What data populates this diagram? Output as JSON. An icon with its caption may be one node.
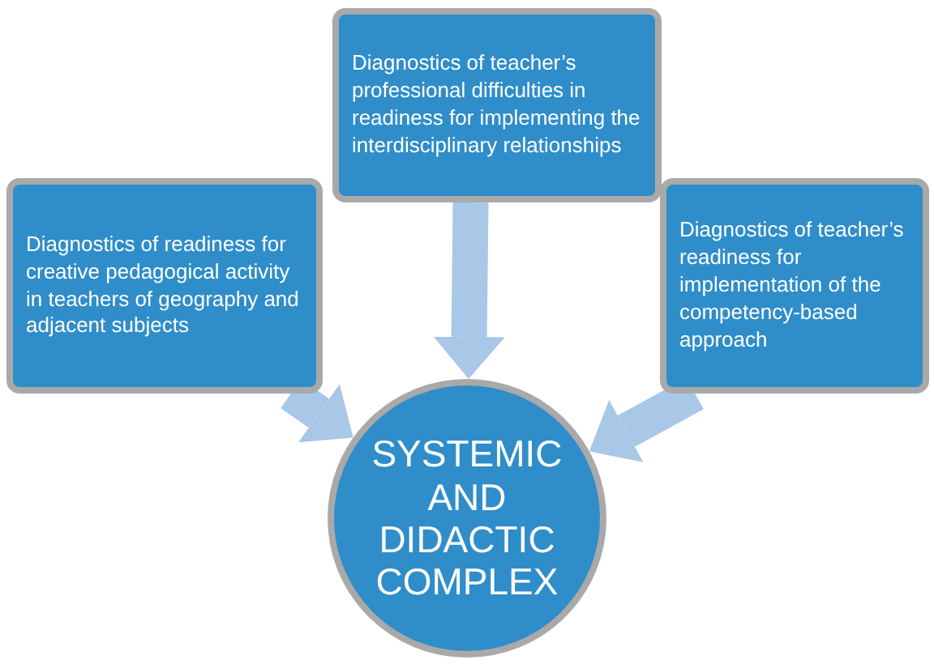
{
  "diagram": {
    "nodes": [
      {
        "text": [
          "Diagnostics of teacher’s professional difficulties in readiness for implementing the interdisciplinary relationships"
        ]
      },
      {
        "text": [
          "Diagnostics of readiness for creative pedagogical activity in teachers of geography and adjacent subjects"
        ]
      },
      {
        "text": [
          "Diagnostics of teacher’s readiness for implementation of the competency-based approach"
        ]
      },
      {
        "text": [
          "SYSTEMIC AND DIDACTIC COMPLEX"
        ]
      }
    ],
    "edges": [
      {
        "from": 0,
        "to": 3,
        "arrow": "to"
      },
      {
        "from": 1,
        "to": 3,
        "arrow": "to"
      },
      {
        "from": 2,
        "to": 3,
        "arrow": "to"
      }
    ]
  }
}
